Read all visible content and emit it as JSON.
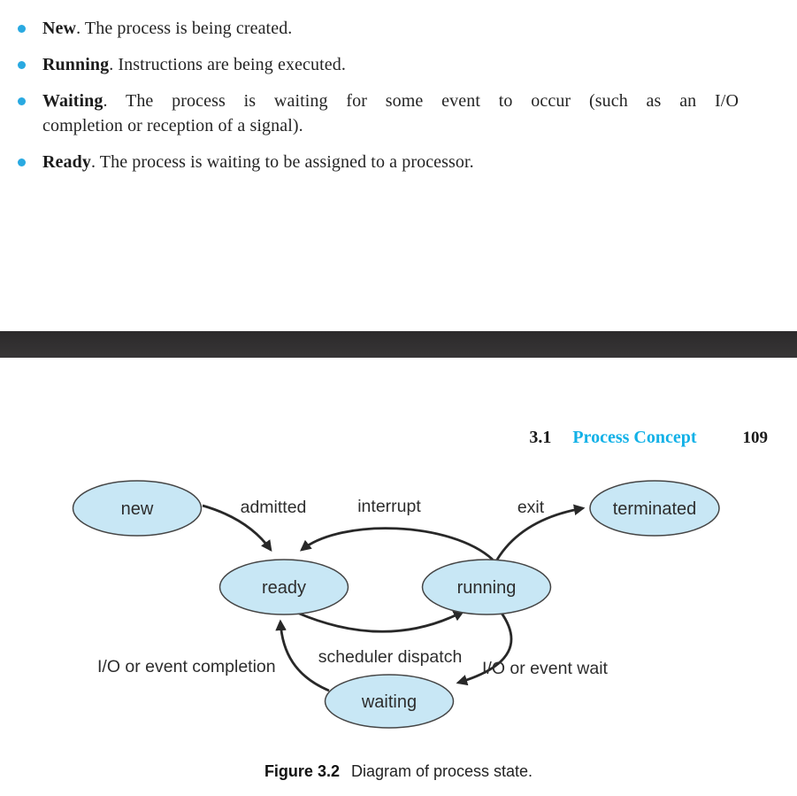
{
  "bullets": {
    "items": [
      {
        "term": "New",
        "rest": ". The process is being created."
      },
      {
        "term": "Running",
        "rest": ". Instructions are being executed."
      },
      {
        "term": "Waiting",
        "rest_line1": ". The process is waiting for some event to occur (such as an I/O",
        "rest_line2": "completion or reception of a signal)."
      },
      {
        "term": "Ready",
        "rest": ". The process is waiting to be assigned to a processor."
      }
    ]
  },
  "header": {
    "section_number": "3.1",
    "section_title": "Process Concept",
    "page_number": "109"
  },
  "diagram": {
    "nodes": {
      "new": "new",
      "ready": "ready",
      "running": "running",
      "waiting": "waiting",
      "terminated": "terminated"
    },
    "edges": {
      "admitted": "admitted",
      "interrupt": "interrupt",
      "exit": "exit",
      "scheduler_dispatch": "scheduler dispatch",
      "io_completion": "I/O or event completion",
      "io_wait": "I/O or event wait"
    }
  },
  "caption": {
    "label": "Figure 3.2",
    "text": "Diagram of process state."
  },
  "colors": {
    "accent_cyan": "#29a9e1",
    "title_cyan": "#12b1e7",
    "node_fill": "#c8e7f5",
    "node_stroke": "#454545",
    "divider_bar": "#312f30",
    "ink": "#262626"
  }
}
